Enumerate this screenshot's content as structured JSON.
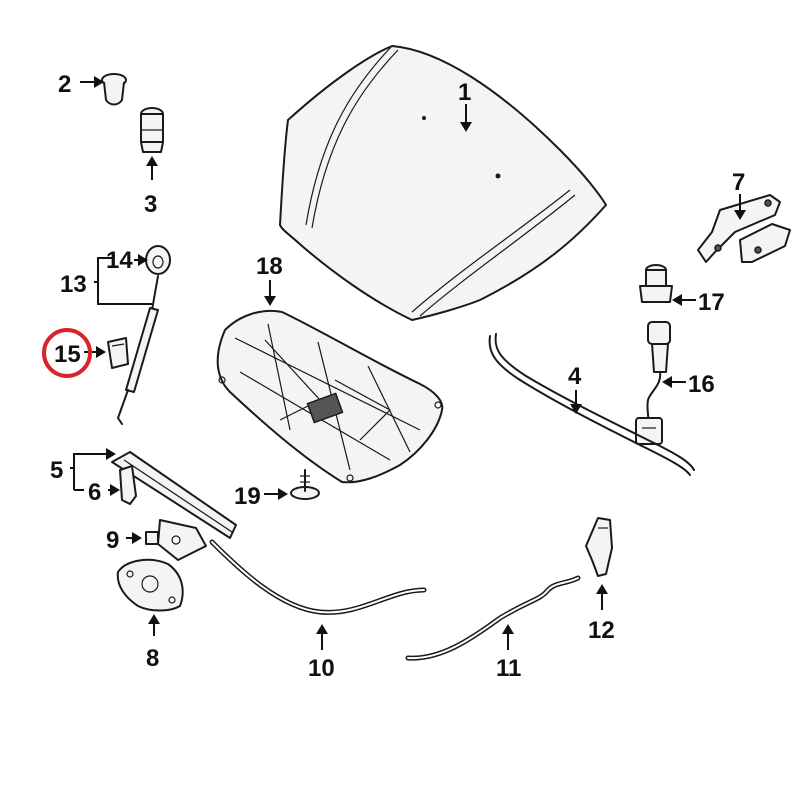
{
  "callouts": {
    "c1": "1",
    "c2": "2",
    "c3": "3",
    "c4": "4",
    "c5": "5",
    "c6": "6",
    "c7": "7",
    "c8": "8",
    "c9": "9",
    "c10": "10",
    "c11": "11",
    "c12": "12",
    "c13": "13",
    "c14": "14",
    "c15": "15",
    "c16": "16",
    "c17": "17",
    "c18": "18",
    "c19": "19"
  },
  "highlighted_callout": "15",
  "colors": {
    "line": "#1a1a1a",
    "highlight": "#d9232a",
    "background": "#ffffff"
  },
  "parts": [
    {
      "callout": "1",
      "name": "hood-panel-icon"
    },
    {
      "callout": "2",
      "name": "bumper-stop-icon"
    },
    {
      "callout": "3",
      "name": "hood-bumper-icon"
    },
    {
      "callout": "4",
      "name": "weatherstrip-icon"
    },
    {
      "callout": "5",
      "name": "seal-group-icon"
    },
    {
      "callout": "6",
      "name": "clip-icon"
    },
    {
      "callout": "7",
      "name": "hinge-icon"
    },
    {
      "callout": "8",
      "name": "latch-icon"
    },
    {
      "callout": "9",
      "name": "bolt-icon"
    },
    {
      "callout": "10",
      "name": "release-cable-icon"
    },
    {
      "callout": "11",
      "name": "release-cable-icon"
    },
    {
      "callout": "12",
      "name": "release-handle-icon"
    },
    {
      "callout": "13",
      "name": "prop-rod-group-icon"
    },
    {
      "callout": "14",
      "name": "grommet-icon"
    },
    {
      "callout": "15",
      "name": "prop-rod-clip-icon"
    },
    {
      "callout": "16",
      "name": "harness-icon"
    },
    {
      "callout": "17",
      "name": "bumper-icon"
    },
    {
      "callout": "18",
      "name": "insulator-pad-icon"
    },
    {
      "callout": "19",
      "name": "retainer-icon"
    }
  ]
}
